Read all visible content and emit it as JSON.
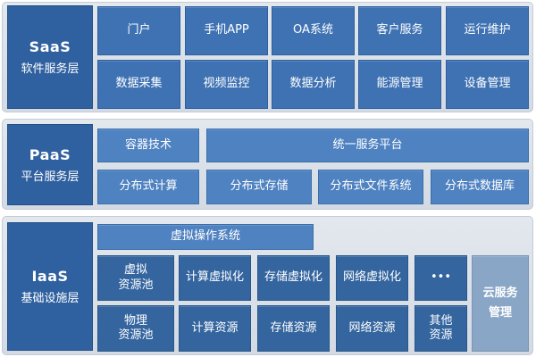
{
  "layers": {
    "saas": {
      "title_en": "SaaS",
      "title_zh": "软件服务层",
      "row1": [
        "门户",
        "手机APP",
        "OA系统",
        "客户服务",
        "运行维护"
      ],
      "row2": [
        "数据采集",
        "视频监控",
        "数据分析",
        "能源管理",
        "设备管理"
      ]
    },
    "paas": {
      "title_en": "PaaS",
      "title_zh": "平台服务层",
      "container": "容器技术",
      "unified": "统一服务平台",
      "distributed_compute": "分布式计算",
      "distributed_storage": "分布式存储",
      "distributed_fs": "分布式文件系统",
      "distributed_db": "分布式数据库"
    },
    "iaas": {
      "title_en": "IaaS",
      "title_zh": "基础设施层",
      "virtual_os": "虚拟操作系统",
      "virtual_pool": [
        "虚拟",
        "资源池"
      ],
      "physical_pool": [
        "物理",
        "资源池"
      ],
      "compute_virt": "计算虚拟化",
      "storage_virt": "存储虚拟化",
      "network_virt": "网络虚拟化",
      "ellipsis": "•••",
      "compute_res": "计算资源",
      "storage_res": "存储资源",
      "network_res": "网络资源",
      "other_res": [
        "其他",
        "资源"
      ],
      "cloud_mgmt": [
        "云服务",
        "管理"
      ]
    }
  }
}
